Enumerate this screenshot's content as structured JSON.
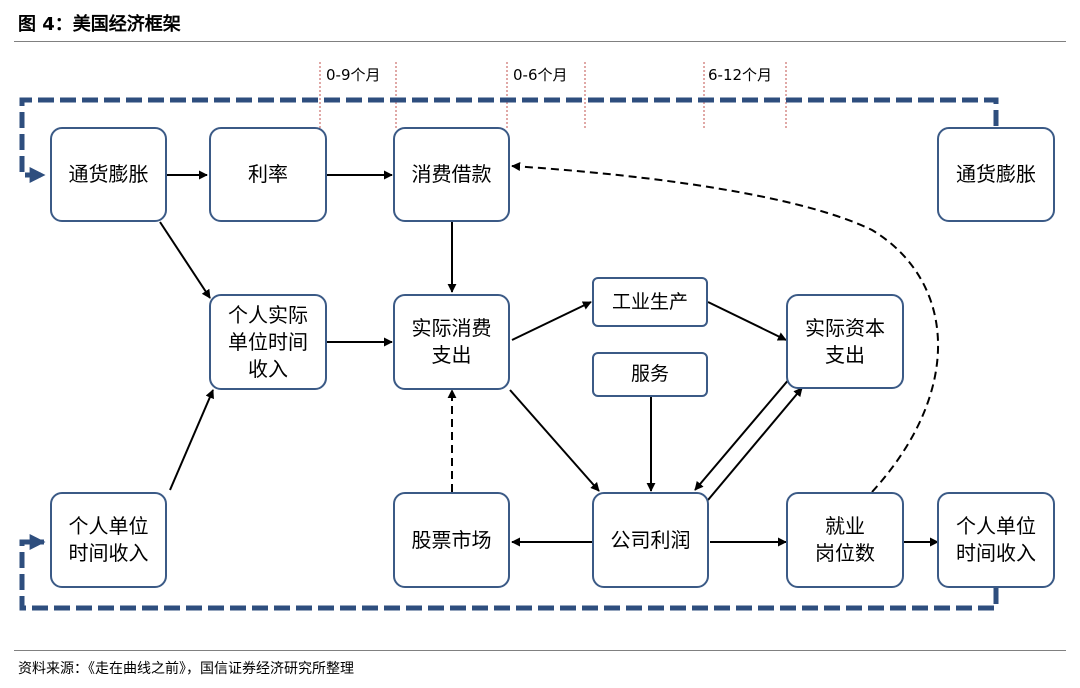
{
  "title": "图 4：美国经济框架",
  "source": "资料来源：《走在曲线之前》，国信证券经济研究所整理",
  "lags": {
    "lag1": "0-9个月",
    "lag2": "0-6个月",
    "lag3": "6-12个月"
  },
  "nodes": {
    "inflation_left": "通货膨胀",
    "interest_rate": "利率",
    "consumer_credit": "消费借款",
    "inflation_right": "通货膨胀",
    "real_income_mid": "个人实际\n单位时间\n收入",
    "real_consumption": "实际消费\n支出",
    "industrial_production": "工业生产",
    "services": "服务",
    "real_capex": "实际资本\n支出",
    "hourly_income_left": "个人单位\n时间收入",
    "stock_market": "股票市场",
    "corporate_profits": "公司利润",
    "employment": "就业\n岗位数",
    "hourly_income_right": "个人单位\n时间收入"
  },
  "colors": {
    "box_border": "#3b5a86",
    "feedback_loop": "#2e4e7e",
    "lag_marker": "#c0504d",
    "arrow": "#000000"
  }
}
